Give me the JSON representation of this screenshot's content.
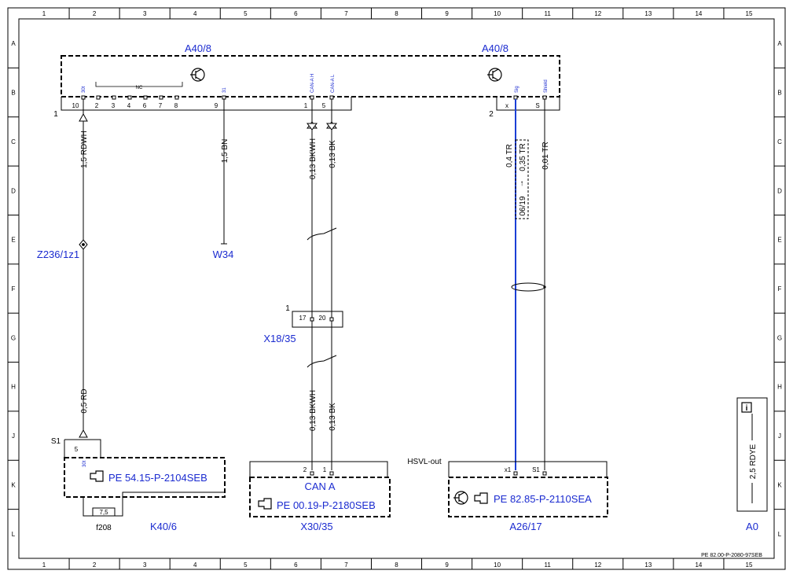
{
  "grid": {
    "columns": [
      "1",
      "2",
      "3",
      "4",
      "5",
      "6",
      "7",
      "8",
      "9",
      "10",
      "11",
      "12",
      "13",
      "14",
      "15"
    ],
    "rows": [
      "A",
      "B",
      "C",
      "D",
      "E",
      "F",
      "G",
      "H",
      "J",
      "K",
      "L"
    ]
  },
  "components": {
    "a40_left": "A40/8",
    "a40_right": "A40/8",
    "z236": "Z236/1z1",
    "w34": "W34",
    "x18": "X18/35",
    "k40": "K40/6",
    "x30": "X30/35",
    "a26": "A26/17",
    "a0": "A0",
    "f208": "f208",
    "s1": "S1",
    "hsvl": "HSVL-out",
    "can_a": "CAN A"
  },
  "connector_a40": {
    "label_1": "1",
    "label_2": "2",
    "pins_row": [
      "10",
      "2",
      "3",
      "4",
      "6",
      "7",
      "8",
      "9",
      "1",
      "5"
    ],
    "pin_x": "x",
    "pin_s": "S",
    "sig_30t": "30t",
    "sig_nc": "NC",
    "sig_31": "31",
    "sig_canh": "CAN-A H",
    "sig_canl": "CAN-A L",
    "sig_sig": "Sig",
    "sig_shield": "Shield"
  },
  "wires": {
    "w1": "1,5 RDWH",
    "w2": "1,5 BN",
    "w3": "0,13 BKWH",
    "w4": "0,13 BK",
    "w5": "0,4 TR",
    "w6": "0,35 TR",
    "w7": "0,01 TR",
    "w8": "0,5 RD",
    "w9": "0,13 BKWH",
    "w10": "0,13 BK",
    "w11": "2,5 RDYE",
    "date": "06/19"
  },
  "x18_conn": {
    "label": "1",
    "pin_a": "17",
    "pin_b": "20"
  },
  "k40_conn": {
    "pin": "5",
    "sig": "30t",
    "fuse": "7,5"
  },
  "x30_conn": {
    "pin_a": "2",
    "pin_b": "1"
  },
  "a26_conn": {
    "pin_a": "x1",
    "pin_b": "S1"
  },
  "refs": {
    "k40": "PE 54.15-P-2104SEB",
    "x30": "PE 00.19-P-2180SEB",
    "a26": "PE 82.85-P-2110SEA"
  },
  "footer": {
    "doc_id": "PE 82.00-P-2080-97SEB"
  },
  "icons": [
    "transistor-icon",
    "hand-pointer-icon",
    "info-icon",
    "ground-icon",
    "splice-icon"
  ],
  "colors": {
    "label_blue": "#1b2bd0",
    "wire_blue": "#1b3fd6",
    "line": "#000000"
  }
}
